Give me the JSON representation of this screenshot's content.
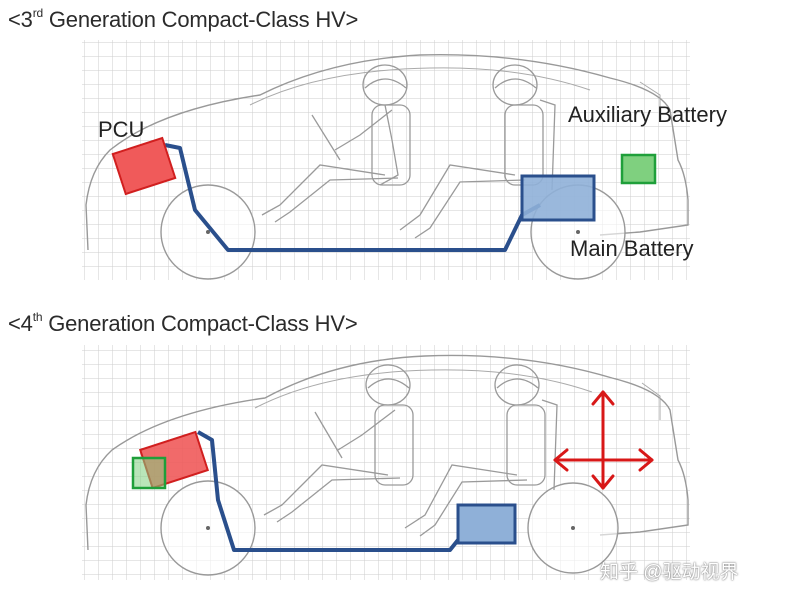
{
  "panels": [
    {
      "title_prefix": "<3",
      "title_sup": "rd",
      "title_suffix": " Generation Compact-Class HV>",
      "labels": {
        "pcu": "PCU",
        "auxiliary_battery": "Auxiliary Battery",
        "main_battery": "Main Battery"
      }
    },
    {
      "title_prefix": "<4",
      "title_sup": "th",
      "title_suffix": " Generation Compact-Class HV>"
    }
  ],
  "colors": {
    "pcu": "#f05a5a",
    "pcu_border": "#d11f1f",
    "auxiliary_battery": "#7fd07f",
    "auxiliary_border": "#1f9f3a",
    "main_battery": "#8fb0d8",
    "main_border": "#2a4f8c",
    "cable": "#2a4f8c",
    "arrow": "#d81818",
    "grid": "#cfcfcf",
    "outline": "#9a9a9a"
  },
  "watermark": "知乎 @驱动视界"
}
